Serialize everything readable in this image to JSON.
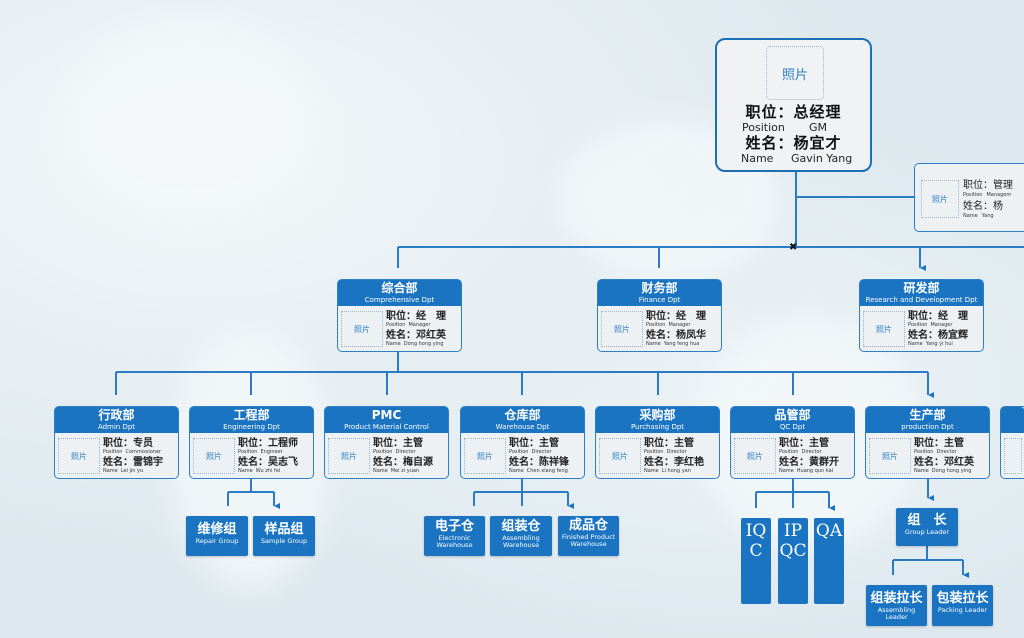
{
  "labels": {
    "photo": "照片",
    "position_zh": "职位：",
    "name_zh": "姓名：",
    "position_en": "Position",
    "name_en": "Name"
  },
  "colors": {
    "primary": "#1a74c2",
    "border": "#1b6fb5",
    "background": "#e3ecf1"
  },
  "gm": {
    "position": "总经理",
    "position_en": "GM",
    "name": "杨宜才",
    "name_en": "Gavin Yang"
  },
  "assistant": {
    "position": "管理",
    "position_en": "Managem",
    "name": "杨",
    "name_en": "Yang"
  },
  "level2": [
    {
      "zh": "综合部",
      "en": "Comprehensive Dpt",
      "position": "经　理",
      "position_en": "Manager",
      "name": "邓红英",
      "name_en": "Dong hong ying"
    },
    {
      "zh": "财务部",
      "en": "Finance Dpt",
      "position": "经　理",
      "position_en": "Manager",
      "name": "杨凤华",
      "name_en": "Yang feng hua"
    },
    {
      "zh": "研发部",
      "en": "Research and Development Dpt",
      "position": "经　理",
      "position_en": "Manager",
      "name": "杨宜辉",
      "name_en": "Yang yi hui"
    }
  ],
  "level3": [
    {
      "zh": "行政部",
      "en": "Admin Dpt",
      "position": "专员",
      "position_en": "Commissioner",
      "name": "雷锦宇",
      "name_en": "Lei jin yu"
    },
    {
      "zh": "工程部",
      "en": "Engineering Dpt",
      "position": "工程师",
      "position_en": "Engineer",
      "name": "吴志飞",
      "name_en": "Wu zhi fei"
    },
    {
      "zh": "PMC",
      "en": "Product Material Control",
      "position": "主管",
      "position_en": "Director",
      "name": "梅自源",
      "name_en": "Mei zi yuan"
    },
    {
      "zh": "仓库部",
      "en": "Warehouse Dpt",
      "position": "主管",
      "position_en": "Director",
      "name": "陈祥锋",
      "name_en": "Chen xiang feng"
    },
    {
      "zh": "采购部",
      "en": "Purchasing Dpt",
      "position": "主管",
      "position_en": "Director",
      "name": "李红艳",
      "name_en": "Li hong yan"
    },
    {
      "zh": "品管部",
      "en": "QC Dpt",
      "position": "主管",
      "position_en": "Director",
      "name": "黄群开",
      "name_en": "Huang qun kai"
    },
    {
      "zh": "生产部",
      "en": "production Dpt",
      "position": "主管",
      "position_en": "Director",
      "name": "邓红英",
      "name_en": "Dong hong ying"
    }
  ],
  "engineering_groups": [
    {
      "zh": "维修组",
      "en": "Repair Group"
    },
    {
      "zh": "样品组",
      "en": "Sample Group"
    }
  ],
  "warehouses": [
    {
      "zh": "电子仓",
      "en": "Electronic Warehouse"
    },
    {
      "zh": "组装仓",
      "en": "Assembling Warehouse"
    },
    {
      "zh": "成品仓",
      "en": "Finished Product Warehouse"
    }
  ],
  "qc_units": [
    "IQC",
    "IPQC",
    "QA"
  ],
  "production": {
    "leader": {
      "zh": "组　长",
      "en": "Group Leader"
    },
    "lines": [
      {
        "zh": "组装拉长",
        "en": "Assembling Leader"
      },
      {
        "zh": "包装拉长",
        "en": "Packing Leader"
      }
    ]
  }
}
